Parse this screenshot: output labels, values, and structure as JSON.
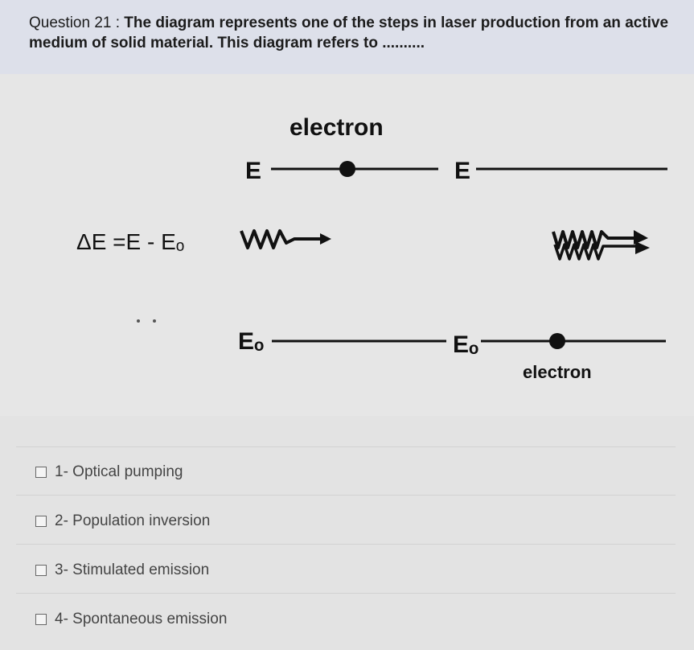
{
  "question": {
    "number_label": "Question 21 : ",
    "text": "The diagram represents one of the steps in laser production from an active medium of solid material. This diagram refers to .........."
  },
  "diagram": {
    "label_electron_top": "electron",
    "label_electron_bottom": "electron",
    "level_upper_left": "E",
    "level_upper_right": "E",
    "level_lower_left": "Eₒ",
    "level_lower_right": "Eₒ",
    "equation": "ΔE =E - Eₒ"
  },
  "options": [
    {
      "label": "1- Optical pumping"
    },
    {
      "label": "2- Population inversion"
    },
    {
      "label": "3- Stimulated emission"
    },
    {
      "label": "4- Spontaneous emission"
    }
  ]
}
